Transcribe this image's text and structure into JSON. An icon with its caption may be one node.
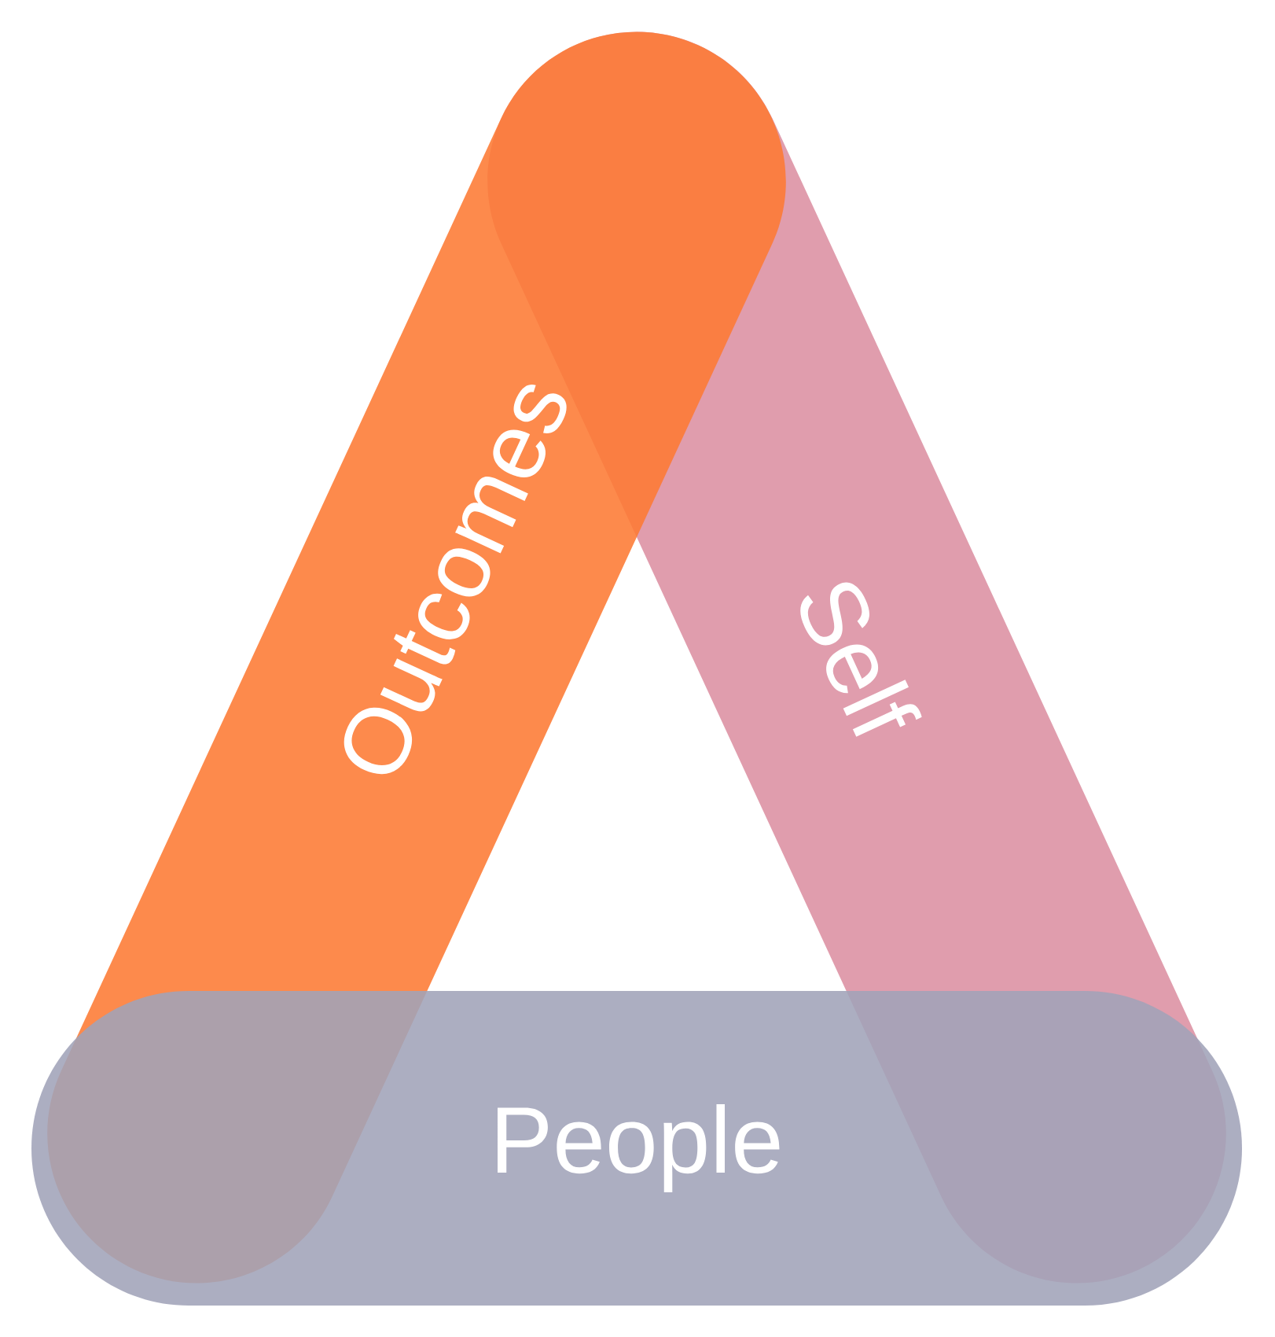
{
  "diagram": {
    "nodes": [
      {
        "text": [
          "Outcomes"
        ]
      },
      {
        "text": [
          "Self"
        ]
      },
      {
        "text": [
          "People"
        ]
      }
    ]
  }
}
